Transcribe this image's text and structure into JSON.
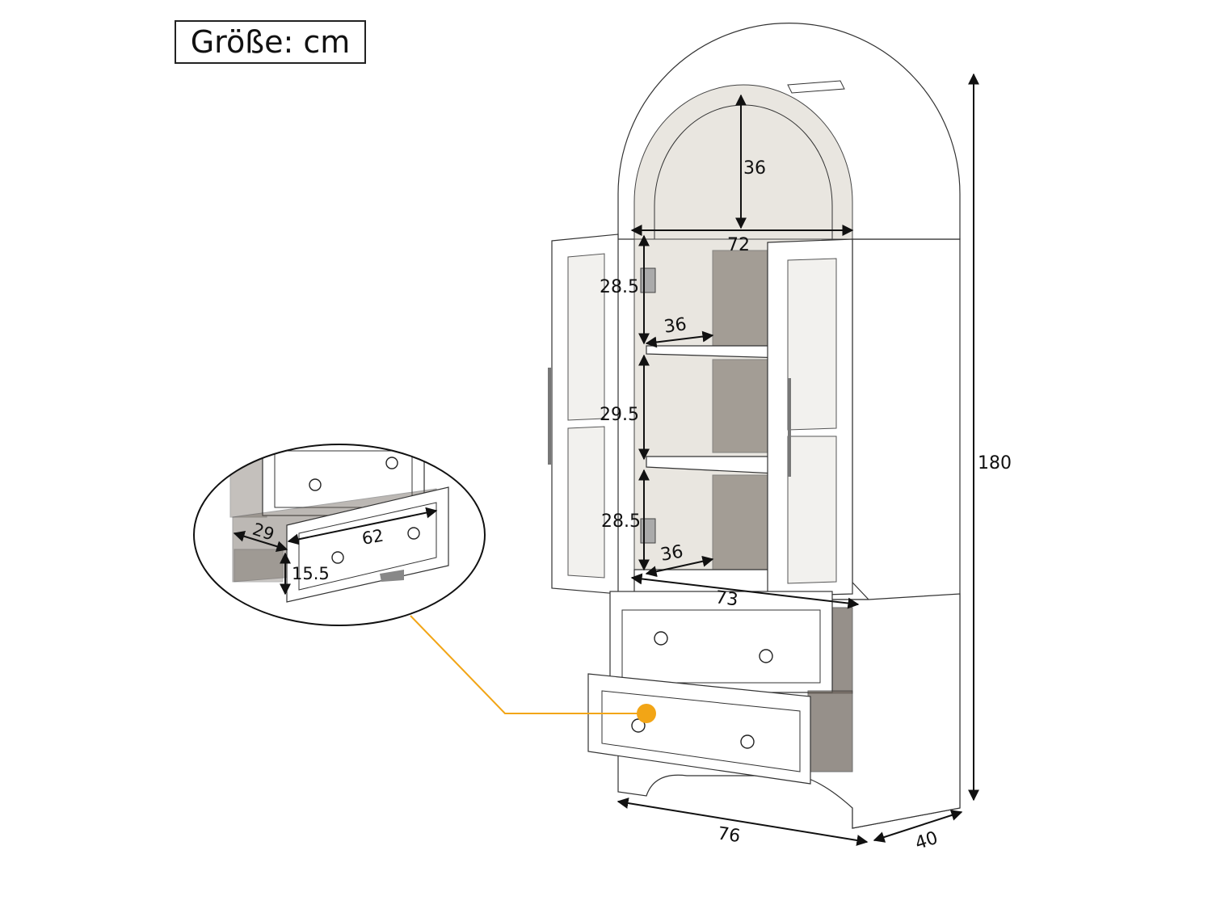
{
  "header": {
    "size_label": "Größe: cm"
  },
  "dimensions": {
    "arch_height": "36",
    "inner_width_top": "72",
    "shelf_top_height": "28.5",
    "shelf_top_depth": "36",
    "shelf_mid_height": "29.5",
    "shelf_bottom_height": "28.5",
    "shelf_bottom_depth": "36",
    "inner_width_bottom": "73",
    "total_height": "180",
    "total_width": "76",
    "total_depth": "40"
  },
  "drawer_detail": {
    "depth": "29",
    "width": "62",
    "height": "15.5"
  },
  "colors": {
    "callout": "#f2a516",
    "line": "#222222"
  }
}
